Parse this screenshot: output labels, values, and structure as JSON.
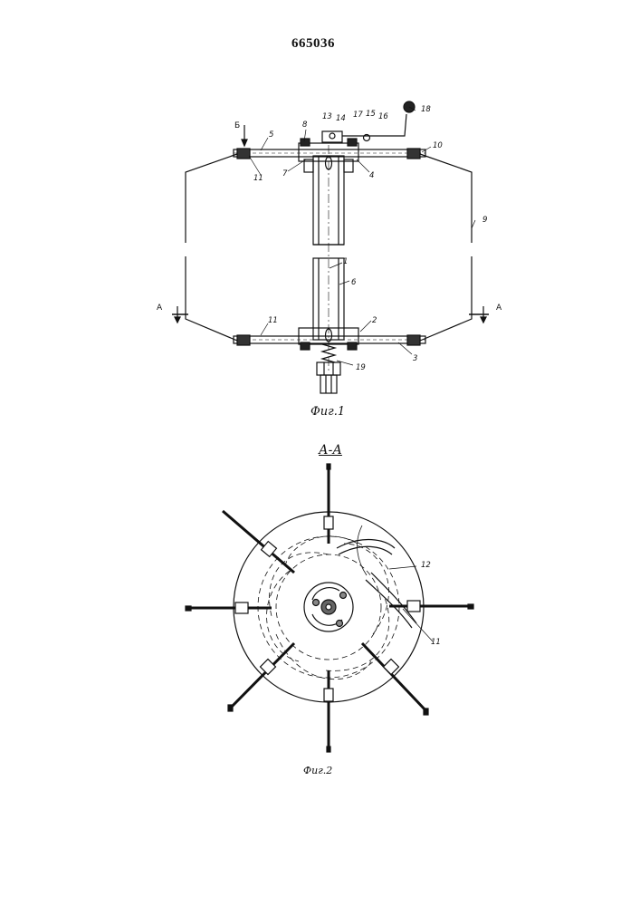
{
  "document": {
    "patent_number": "665036",
    "figure1_caption": "Фиг.1",
    "figure2_caption": "Фиг.2",
    "section_title": "А-А",
    "section_mark_left": "А",
    "section_mark_right": "А",
    "view_mark": "Б"
  },
  "labels": {
    "l1": "1",
    "l2": "2",
    "l3": "3",
    "l4": "4",
    "l5": "5",
    "l6": "6",
    "l7": "7",
    "l8": "8",
    "l9": "9",
    "l10": "10",
    "l11a": "11",
    "l11b": "11",
    "l11c": "11",
    "l12": "12",
    "l13": "13",
    "l14": "14",
    "l15": "15",
    "l16": "16",
    "l17": "17",
    "l18": "18",
    "l19": "19"
  }
}
